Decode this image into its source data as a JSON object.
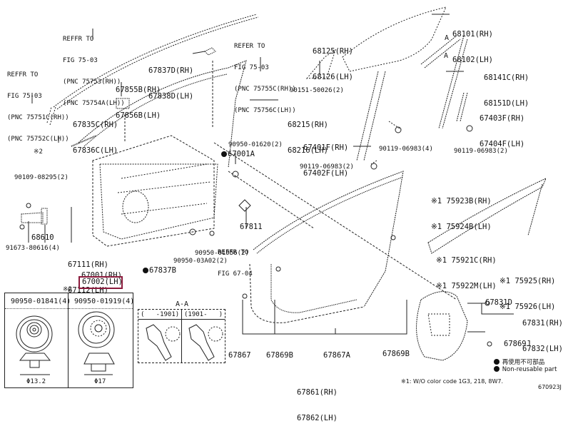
{
  "diagram": {
    "figure_id": "670923J",
    "refer_labels": [
      {
        "id": "ref-75-03-a",
        "lines": [
          "REFFR TO",
          "FIG 75-03",
          "(PNC 75753(RH))",
          "(PNC 75754A(LH))"
        ]
      },
      {
        "id": "ref-75-03-b",
        "lines": [
          "REFFR TO",
          "FIG 75-03",
          "(PNC 75751C(RH))",
          "(PNC 75752C(LH))"
        ]
      },
      {
        "id": "ref-75-03-c",
        "lines": [
          "REFER TO",
          "FIG 75-03",
          "(PNC 75755C(RH))",
          "(PNC 75756C(LH))"
        ]
      },
      {
        "id": "ref-67-04",
        "lines": [
          "REFFR TO",
          "FIG 67-04"
        ]
      }
    ],
    "part_labels": {
      "p67837": [
        "67837D(RH)",
        "67838D(LH)"
      ],
      "p67855": [
        "67855B(RH)",
        "67856B(LH)"
      ],
      "p67835": [
        "67835C(RH)",
        "67836C(LH)"
      ],
      "p68125": [
        "68125(RH)",
        "68126(LH)"
      ],
      "p68101": [
        "68101(RH)",
        "68102(LH)"
      ],
      "p68141": [
        "68141C(RH)",
        "68151D(LH)"
      ],
      "p90151": "90151-50026(2)",
      "p68215": [
        "68215(RH)",
        "68216(LH)"
      ],
      "p67403": [
        "67403F(RH)",
        "67404F(LH)"
      ],
      "p67401": [
        "67401F(RH)",
        "67402F(LH)"
      ],
      "p90119a": "90119-06983(4)",
      "p90119b": "90119-06983(2)",
      "p90119c": "90119-06983(2)",
      "p90950_01620": "90950-01620(2)",
      "p67001A": "67001A",
      "note2": "※2",
      "p90109": "90109-08295(2)",
      "p68610": "68610",
      "p91673": "91673-80616(4)",
      "p67111": [
        "67111(RH)",
        "67112(LH)"
      ],
      "p67811": "67811",
      "p90950_01956": "90950-01956(2)",
      "p90950_03A02": "90950-03A02(2)",
      "p67837B": "67837B",
      "p67001": "67001(RH)",
      "p67002": "67002(LH)",
      "note2b": "※2",
      "p75923": [
        "※1 75923B(RH)",
        "※1 75924B(LH)"
      ],
      "p75921": [
        "※1 75921C(RH)",
        "※1 75922M(LH)"
      ],
      "p75925": [
        "※1 75925(RH)",
        "※1 75926(LH)"
      ],
      "p67831D": "67831D",
      "p67831": [
        "67831(RH)",
        "67832(LH)"
      ],
      "p67869J": "67869J",
      "p67867": "67867",
      "p67869B_a": "67869B",
      "p67867A": "67867A",
      "p67869B_b": "67869B",
      "p67861": [
        "67861(RH)",
        "67862(LH)"
      ]
    },
    "highlighted_part": "67002(LH)",
    "inset_clips": [
      {
        "part": "90950-01841(4)",
        "dimension": "Φ13.2"
      },
      {
        "part": "90950-01919(4)",
        "dimension": "Φ17"
      }
    ],
    "section_view": {
      "title": "A-A",
      "columns": [
        "(   -1901)",
        "(1901-   )"
      ]
    },
    "section_markers": [
      "A",
      "A"
    ],
    "legend": [
      {
        "symbol": "filled-dot",
        "text": "再使用不可部品"
      },
      {
        "symbol": "filled-dot",
        "text": "Non-reusable part"
      }
    ],
    "footnote": "※1: W/O color code 1G3, 218, 8W7.",
    "colors": {
      "highlight": "#8b1a3c",
      "ink": "#111111",
      "background": "#ffffff"
    }
  }
}
